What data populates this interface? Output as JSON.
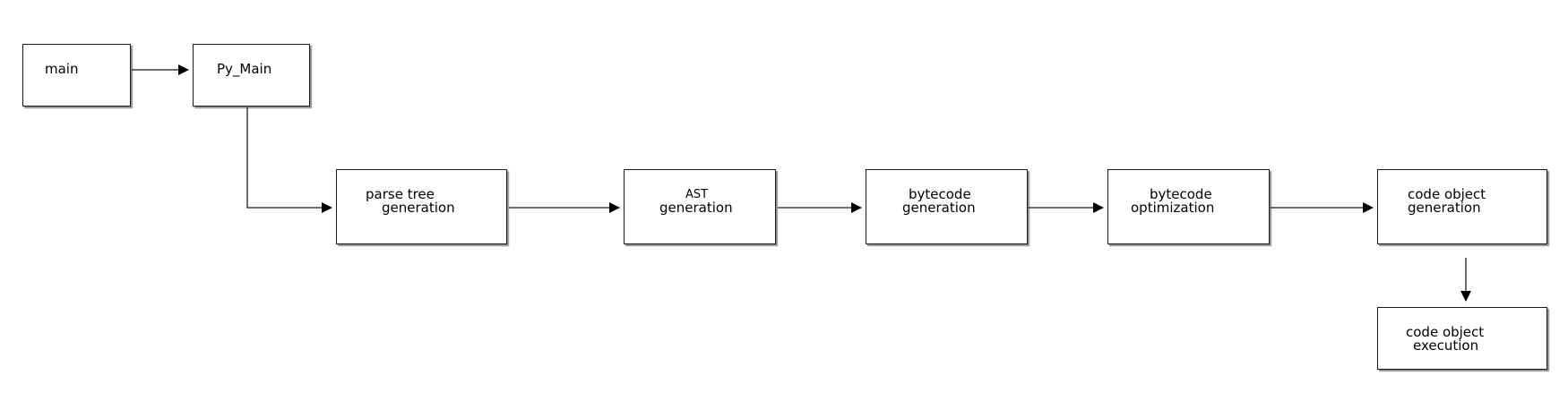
{
  "diagram": {
    "nodes": {
      "main": {
        "label": "main"
      },
      "py_main": {
        "label": "Py_Main"
      },
      "parse_tree": {
        "line1": "parse tree",
        "line2": "generation"
      },
      "ast": {
        "line1": "AST",
        "line2": "generation"
      },
      "bytecode_gen": {
        "line1": "bytecode",
        "line2": "generation"
      },
      "bytecode_opt": {
        "line1": "bytecode",
        "line2": "optimization"
      },
      "code_obj_gen": {
        "line1": "code object",
        "line2": "generation"
      },
      "code_obj_exec": {
        "line1": "code object",
        "line2": "execution"
      }
    },
    "edges": [
      {
        "from": "main",
        "to": "py_main"
      },
      {
        "from": "py_main",
        "to": "parse_tree"
      },
      {
        "from": "parse_tree",
        "to": "ast"
      },
      {
        "from": "ast",
        "to": "bytecode_gen"
      },
      {
        "from": "bytecode_gen",
        "to": "bytecode_opt"
      },
      {
        "from": "bytecode_opt",
        "to": "code_obj_gen"
      },
      {
        "from": "code_obj_gen",
        "to": "code_obj_exec"
      }
    ],
    "colors": {
      "stroke": "#1a1a1a",
      "fill": "#ffffff",
      "text": "#000000"
    }
  }
}
